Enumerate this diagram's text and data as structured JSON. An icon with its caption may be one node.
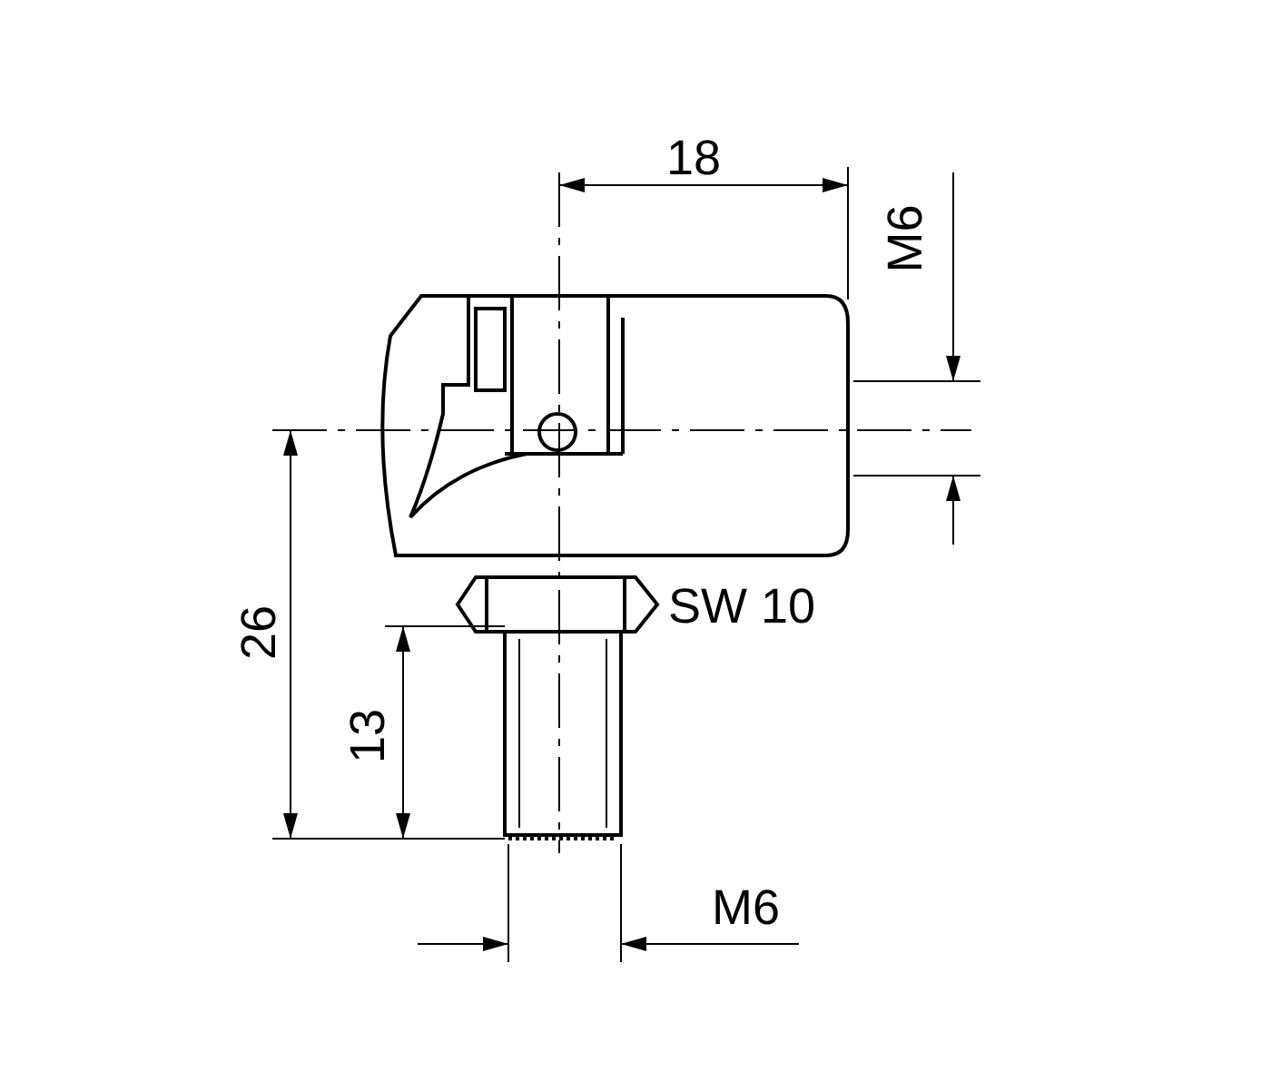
{
  "diagram": {
    "labels": [
      "18",
      "M6",
      "SW 10",
      "26",
      "13",
      "M6"
    ]
  }
}
